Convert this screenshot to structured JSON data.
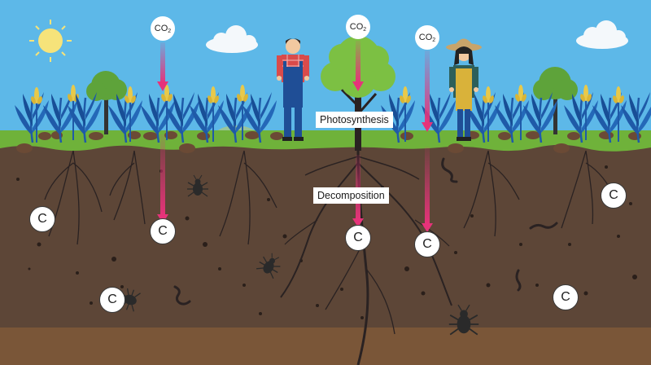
{
  "labels": {
    "photosynthesis": "Photosynthesis",
    "decomposition": "Decomposition"
  },
  "co2": {
    "base": "CO",
    "sub": "2"
  },
  "carbon_symbol": "C",
  "colors": {
    "sky": "#5db8e8",
    "grass": "#6fb23a",
    "soil_top": "#5d4637",
    "soil_bottom": "#7a5638",
    "arrow": "#e6337a",
    "plant": "#1f5aa8",
    "tree_canopy": "#7cc043"
  }
}
